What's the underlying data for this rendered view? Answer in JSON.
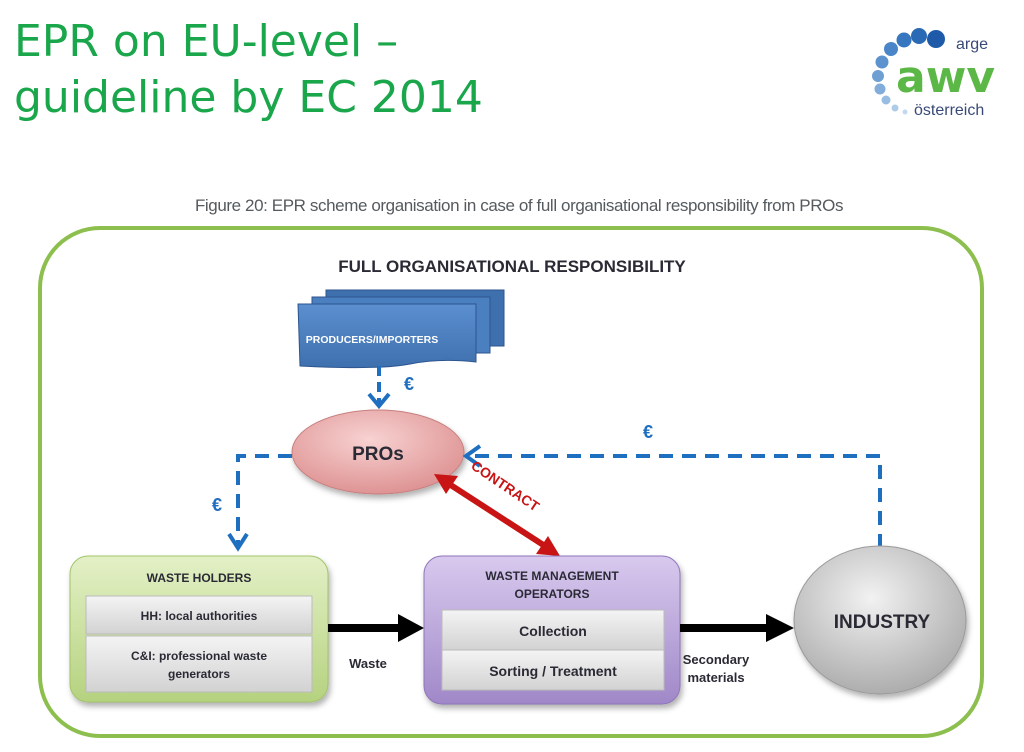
{
  "slide": {
    "title_line1": "EPR on EU-level –",
    "title_line2": "guideline by EC 2014",
    "title_color": "#1aa64a"
  },
  "logo": {
    "top_word": "arge",
    "main_word": "awv",
    "bottom_word": "österreich",
    "icon": "dot-arc-logo-icon"
  },
  "figure": {
    "caption": "Figure 20: EPR scheme organisation in case of full organisational responsibility from PROs",
    "frame_title": "FULL ORGANISATIONAL RESPONSIBILITY",
    "frame_color": "#8cbf4e",
    "nodes": {
      "producers": "PRODUCERS/IMPORTERS",
      "pros": "PROs",
      "waste_holders": {
        "title": "WASTE HOLDERS",
        "items": [
          "HH: local authorities",
          "C&I: professional waste",
          "generators"
        ]
      },
      "wmo": {
        "title_line1": "WASTE MANAGEMENT",
        "title_line2": "OPERATORS",
        "items": [
          "Collection",
          "Sorting / Treatment"
        ]
      },
      "industry": "INDUSTRY"
    },
    "edges": {
      "producers_to_pros_label": "€",
      "pros_to_holders_label": "€",
      "industry_to_pros_label": "€",
      "contract_label": "CONTRACT",
      "waste_label": "Waste",
      "secondary_line1": "Secondary",
      "secondary_line2": "materials"
    },
    "colors": {
      "money_flow": "#1f6fc1",
      "contract": "#c81414",
      "material_flow": "#000000",
      "producers_fill": "#4a7fc0",
      "pros_fill": "#eaa3a3",
      "holders_fill": "#c9df9c",
      "wmo_fill": "#b7a1d6",
      "industry_fill": "#c8c8c8"
    }
  }
}
